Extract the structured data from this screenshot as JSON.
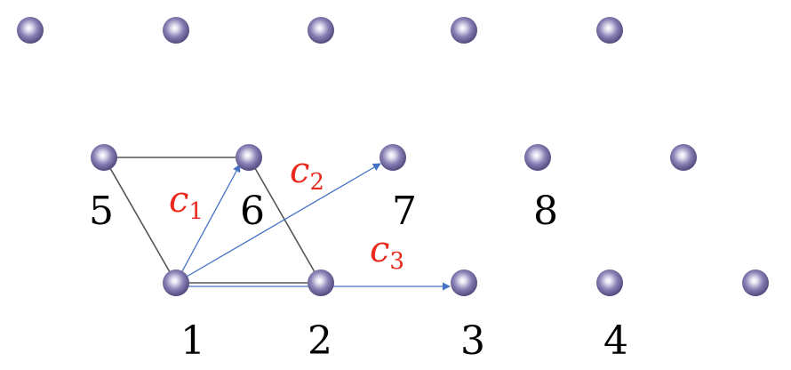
{
  "labels": {
    "n1": "1",
    "n2": "2",
    "n3": "3",
    "n4": "4",
    "n5": "5",
    "n6": "6",
    "n7": "7",
    "n8": "8"
  },
  "vectors": {
    "c1": {
      "base": "c",
      "sub": "1"
    },
    "c2": {
      "base": "c",
      "sub": "2"
    },
    "c3": {
      "base": "c",
      "sub": "3"
    }
  },
  "colors": {
    "atom": "#7b72a8",
    "vector": "#4472c4",
    "vector_label": "#e8291c",
    "bond": "#555555",
    "label": "#000000"
  }
}
